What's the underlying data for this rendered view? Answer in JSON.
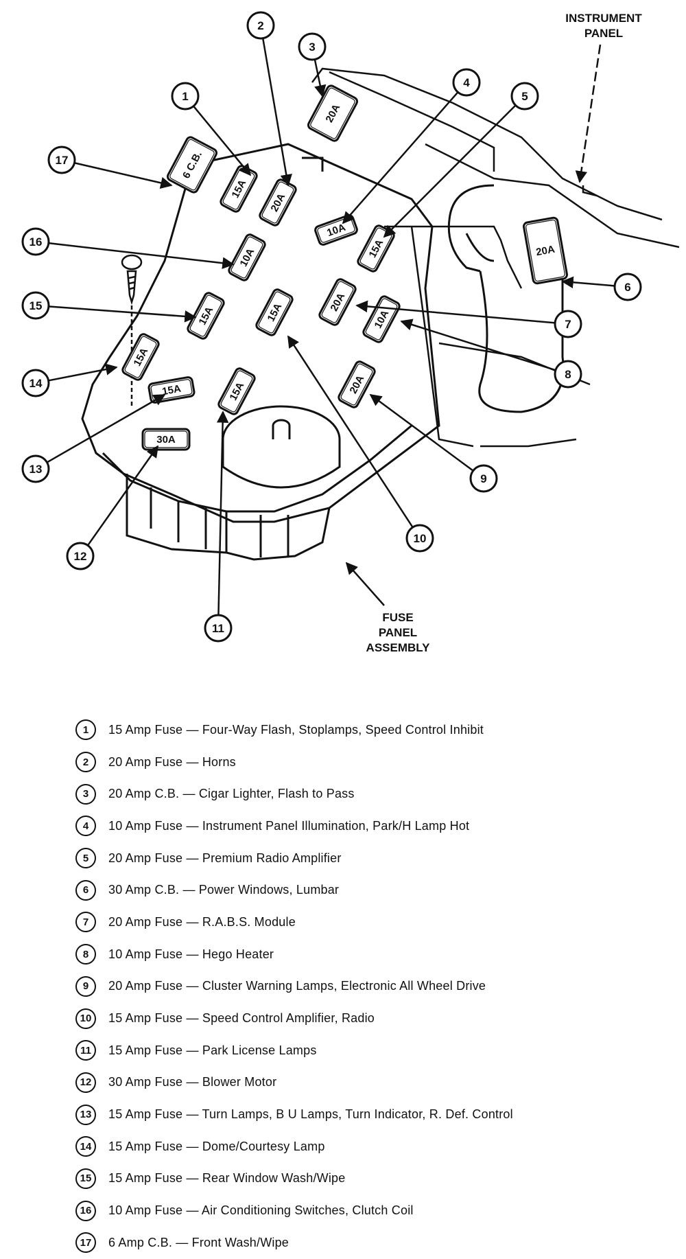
{
  "labels": {
    "instrument_panel": [
      "INSTRUMENT",
      "PANEL"
    ],
    "fuse_panel": [
      "FUSE",
      "PANEL",
      "ASSEMBLY"
    ]
  },
  "fuse_markings": {
    "f1": "15A",
    "f2": "20A",
    "f3": "20A",
    "f4": "10A",
    "f5": "15A",
    "f6": "20A",
    "f7": "20A",
    "f8": "10A",
    "f9": "20A",
    "f10": "15A",
    "f11": "15A",
    "f12": "30A",
    "f13": "15A",
    "f14": "15A",
    "f15": "15A",
    "f16": "10A",
    "f17": "6 C.B."
  },
  "callouts": [
    "1",
    "2",
    "3",
    "4",
    "5",
    "6",
    "7",
    "8",
    "9",
    "10",
    "11",
    "12",
    "13",
    "14",
    "15",
    "16",
    "17"
  ],
  "legend": [
    {
      "num": "1",
      "text": "15 Amp Fuse — Four-Way Flash, Stoplamps, Speed Control Inhibit"
    },
    {
      "num": "2",
      "text": "20 Amp Fuse — Horns"
    },
    {
      "num": "3",
      "text": "20 Amp C.B. — Cigar Lighter, Flash to Pass"
    },
    {
      "num": "4",
      "text": "10 Amp Fuse — Instrument Panel Illumination, Park/H Lamp Hot"
    },
    {
      "num": "5",
      "text": "20 Amp Fuse — Premium Radio Amplifier"
    },
    {
      "num": "6",
      "text": "30 Amp C.B. — Power Windows, Lumbar"
    },
    {
      "num": "7",
      "text": "20 Amp Fuse — R.A.B.S. Module"
    },
    {
      "num": "8",
      "text": "10 Amp Fuse — Hego Heater"
    },
    {
      "num": "9",
      "text": "20 Amp Fuse — Cluster Warning Lamps, Electronic All Wheel Drive"
    },
    {
      "num": "10",
      "text": "15 Amp Fuse — Speed Control Amplifier, Radio"
    },
    {
      "num": "11",
      "text": "15 Amp Fuse — Park License Lamps"
    },
    {
      "num": "12",
      "text": "30 Amp Fuse — Blower Motor"
    },
    {
      "num": "13",
      "text": "15 Amp Fuse — Turn Lamps, B U Lamps, Turn Indicator, R. Def. Control"
    },
    {
      "num": "14",
      "text": "15 Amp Fuse — Dome/Courtesy Lamp"
    },
    {
      "num": "15",
      "text": "15 Amp Fuse — Rear Window Wash/Wipe"
    },
    {
      "num": "16",
      "text": "10 Amp Fuse — Air Conditioning Switches, Clutch Coil"
    },
    {
      "num": "17",
      "text": "6 Amp C.B. — Front Wash/Wipe"
    }
  ]
}
